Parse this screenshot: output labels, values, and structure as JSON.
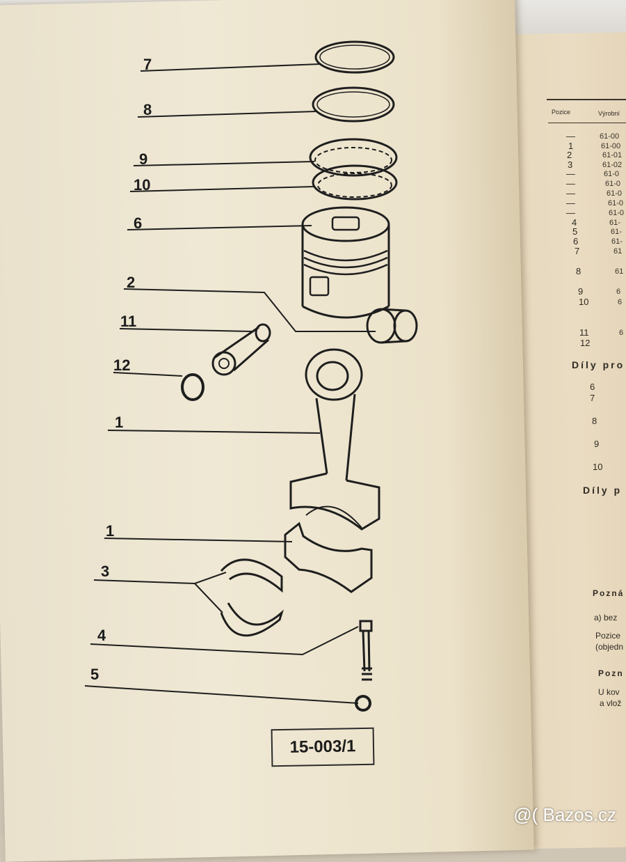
{
  "left_page": {
    "callouts": [
      "7",
      "8",
      "9",
      "10",
      "6",
      "2",
      "11",
      "12",
      "1",
      "1",
      "3",
      "4",
      "5"
    ],
    "drawing_code": "15-003/1"
  },
  "right_page": {
    "table_headers": [
      "Pozice",
      "Výrobní"
    ],
    "positions": [
      "—",
      "1",
      "2",
      "3",
      "—",
      "—",
      "—",
      "—",
      "—",
      "4",
      "5",
      "6",
      "7",
      "8",
      "9",
      "10",
      "11",
      "12"
    ],
    "codes": [
      "61-00",
      "61-00",
      "61-01",
      "61-02",
      "61-0",
      "61-0",
      "61-0",
      "61-0",
      "61-0",
      "61-",
      "61-",
      "61-",
      "61",
      "61",
      "6",
      "6",
      "6"
    ],
    "section_1": "Díly pro",
    "section_1_positions": [
      "6",
      "7",
      "8",
      "9",
      "10"
    ],
    "section_2": "Díly p",
    "note_title_1": "Pozná",
    "note_lines_1": [
      "a) bez",
      "Pozice",
      "(objedn"
    ],
    "note_title_2": "Pozn",
    "note_lines_2": [
      "U kov",
      "a vlož"
    ]
  },
  "watermark": "@( Bazos.cz"
}
